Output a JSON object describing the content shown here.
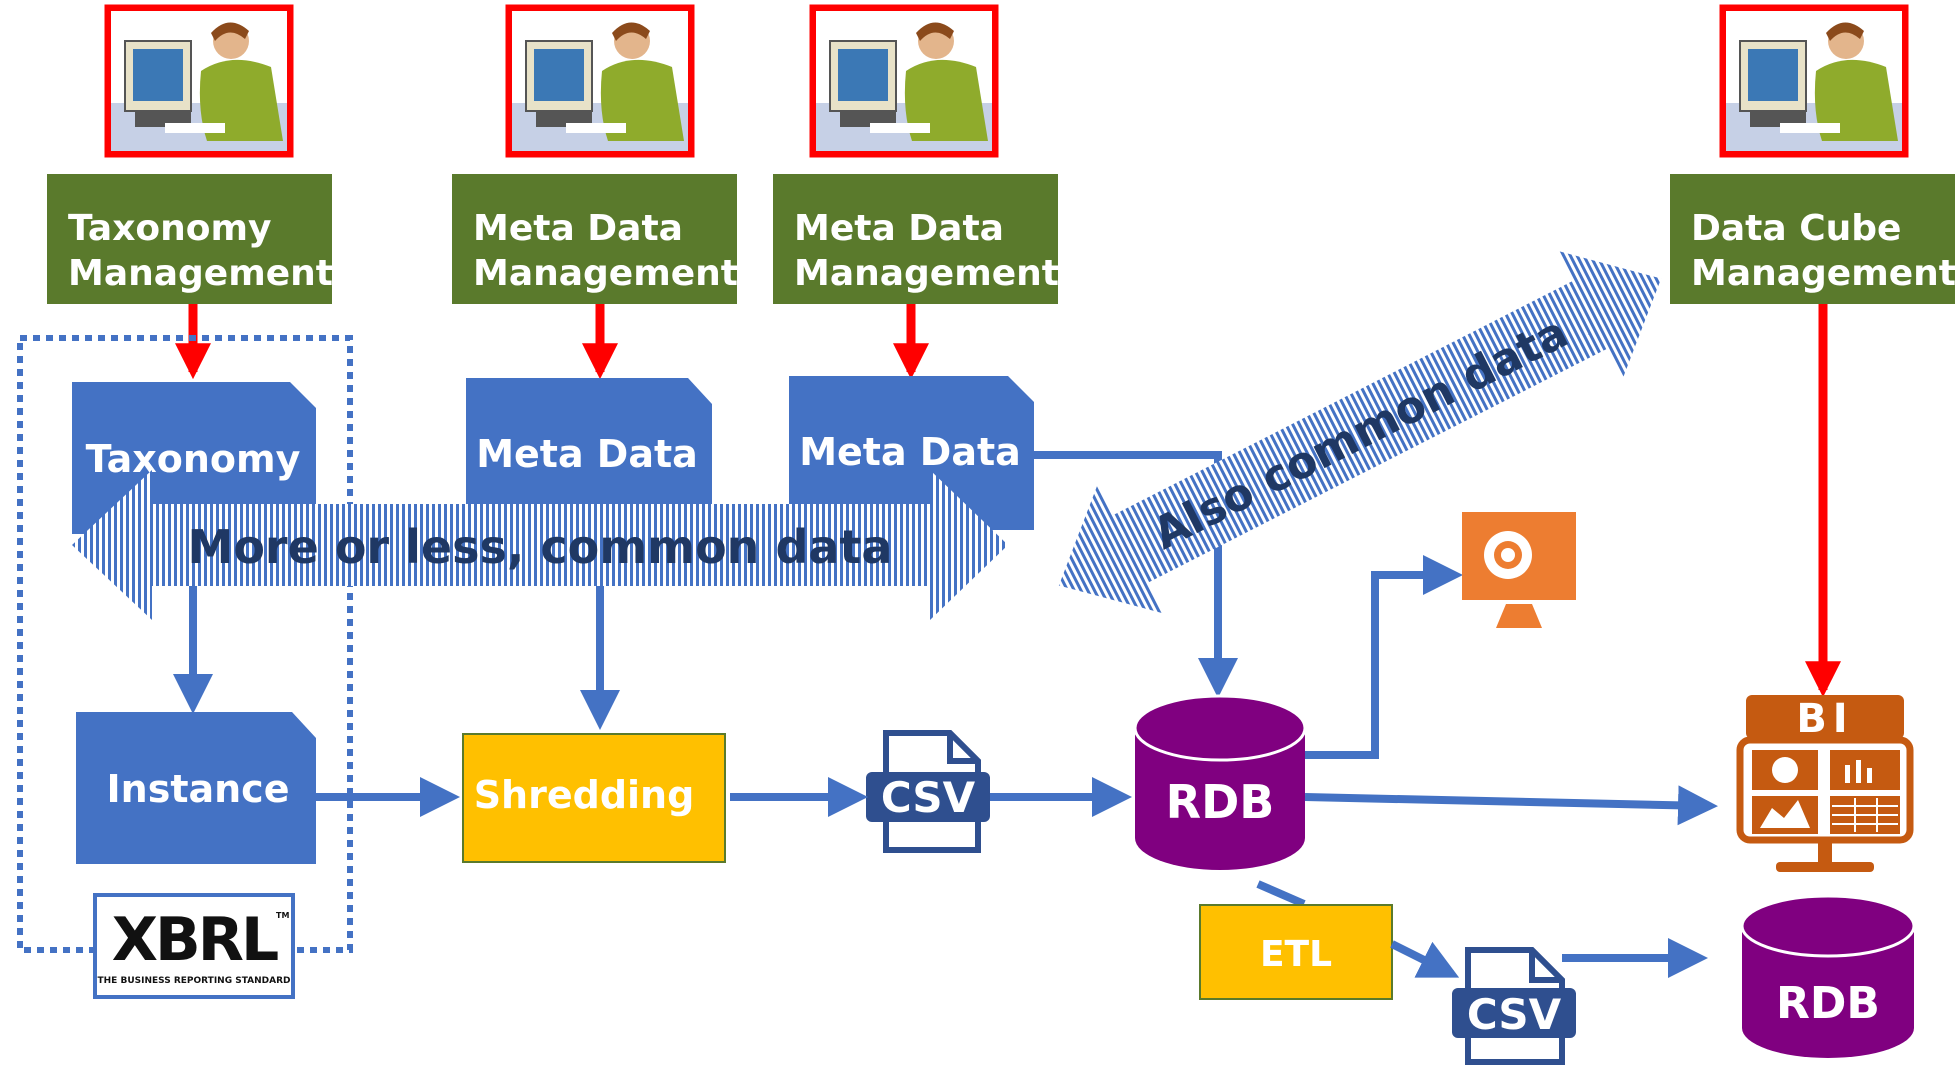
{
  "management": {
    "taxonomy": [
      "Taxonomy",
      "Management"
    ],
    "meta1": [
      "Meta Data",
      "Management"
    ],
    "meta2": [
      "Meta Data",
      "Management"
    ],
    "cube": [
      "Data Cube",
      "Management"
    ]
  },
  "docs": {
    "taxonomy": "Taxonomy",
    "meta1": "Meta Data",
    "meta2": "Meta Data",
    "instance": "Instance"
  },
  "process": {
    "shredding": "Shredding",
    "etl": "ETL"
  },
  "files": {
    "csv1": "CSV",
    "csv2": "CSV"
  },
  "databases": {
    "rdb1": "RDB",
    "rdb2": "RDB"
  },
  "arrows": {
    "common": "More or less, common data",
    "also_common": "Also common data"
  },
  "logos": {
    "bi": "BI",
    "xbrl": "XBRL",
    "xbrl_tm": "TM",
    "xbrl_tagline": "THE BUSINESS REPORTING STANDARD"
  },
  "colors": {
    "green": "#5a7a2c",
    "blue": "#4472c4",
    "gold": "#ffc000",
    "purple": "#800080",
    "red": "#ff0000",
    "orange": "#ed7d31",
    "navy": "#1f3864"
  }
}
